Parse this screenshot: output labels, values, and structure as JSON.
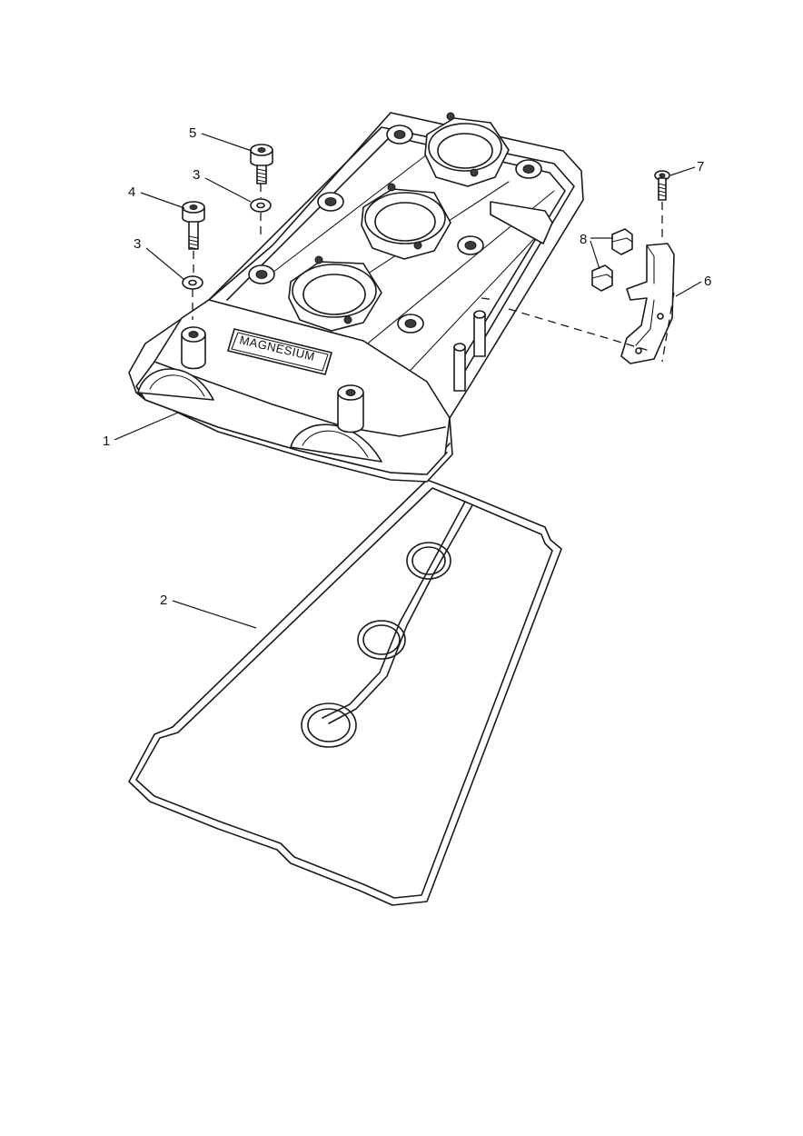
{
  "brand_text": "MAGNESIUM",
  "callouts": [
    {
      "id": "c1",
      "label": "1"
    },
    {
      "id": "c2",
      "label": "2"
    },
    {
      "id": "c3a",
      "label": "3"
    },
    {
      "id": "c3b",
      "label": "3"
    },
    {
      "id": "c4",
      "label": "4"
    },
    {
      "id": "c5",
      "label": "5"
    },
    {
      "id": "c6",
      "label": "6"
    },
    {
      "id": "c7",
      "label": "7"
    },
    {
      "id": "c8",
      "label": "8"
    }
  ]
}
